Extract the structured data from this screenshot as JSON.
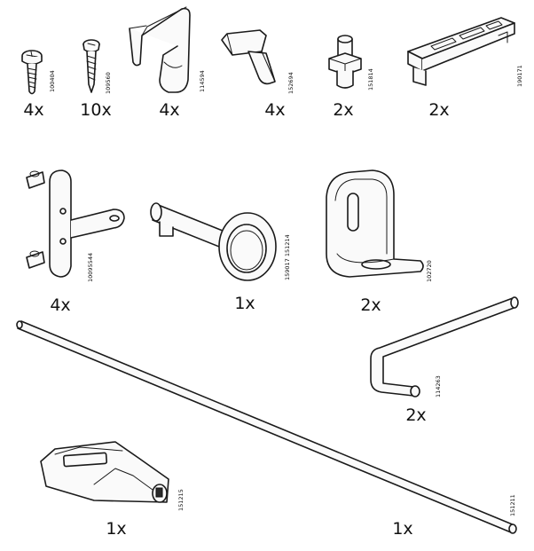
{
  "parts": [
    {
      "name": "screw",
      "quantity": "4x",
      "code": "100404"
    },
    {
      "name": "wood-screw",
      "quantity": "10x",
      "code": "109560"
    },
    {
      "name": "clip",
      "quantity": "4x",
      "code": "114594"
    },
    {
      "name": "latch",
      "quantity": "4x",
      "code": "152694"
    },
    {
      "name": "dowel-peg",
      "quantity": "2x",
      "code": "151814"
    },
    {
      "name": "rail-connector",
      "quantity": "2x",
      "code": "190171"
    },
    {
      "name": "shelf-support",
      "quantity": "4x",
      "code": "10095544"
    },
    {
      "name": "key",
      "quantity": "1x",
      "code": "159017 151214"
    },
    {
      "name": "angle-bracket",
      "quantity": "2x",
      "code": "102720"
    },
    {
      "name": "allen-key",
      "quantity": "2x",
      "code": "114263"
    },
    {
      "name": "rod-end",
      "quantity": "1x",
      "code": "151215"
    },
    {
      "name": "rod",
      "quantity": "1x",
      "code": "151211"
    }
  ],
  "colors": {
    "ink": "#1a1a1a",
    "paper": "#ffffff"
  }
}
